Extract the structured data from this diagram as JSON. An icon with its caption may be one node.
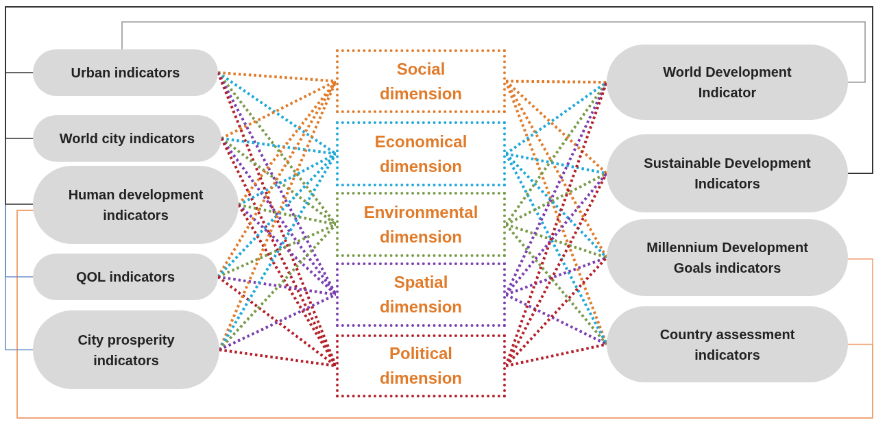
{
  "diagram": {
    "nodes": [
      {
        "text": [
          "Urban indicators"
        ]
      },
      {
        "text": [
          "World city indicators"
        ]
      },
      {
        "text": [
          "Human development indicators"
        ]
      },
      {
        "text": [
          "QOL indicators"
        ]
      },
      {
        "text": [
          "City prosperity indicators"
        ]
      },
      {
        "text": [
          "Social dimension"
        ]
      },
      {
        "text": [
          "Economical dimension"
        ]
      },
      {
        "text": [
          "Environmental dimension"
        ]
      },
      {
        "text": [
          "Spatial dimension"
        ]
      },
      {
        "text": [
          "Political dimension"
        ]
      },
      {
        "text": [
          "World Development Indicator"
        ]
      },
      {
        "text": [
          "Sustainable Development Indicators"
        ]
      },
      {
        "text": [
          "Millennium Development Goals indicators"
        ]
      },
      {
        "text": [
          "Country assessment indicators"
        ]
      }
    ],
    "edges": [
      {
        "from": 0,
        "to": 5,
        "arrow": "none",
        "style": "dashed",
        "color": "#e07b2a"
      },
      {
        "from": 0,
        "to": 6,
        "arrow": "none",
        "style": "dashed",
        "color": "#1fa8d8"
      },
      {
        "from": 0,
        "to": 7,
        "arrow": "none",
        "style": "dashed",
        "color": "#7a9a4a"
      },
      {
        "from": 0,
        "to": 8,
        "arrow": "none",
        "style": "dashed",
        "color": "#7b3fb0"
      },
      {
        "from": 0,
        "to": 9,
        "arrow": "none",
        "style": "dashed",
        "color": "#b3202a"
      },
      {
        "from": 1,
        "to": 5,
        "arrow": "none",
        "style": "dashed",
        "color": "#e07b2a"
      },
      {
        "from": 1,
        "to": 6,
        "arrow": "none",
        "style": "dashed",
        "color": "#1fa8d8"
      },
      {
        "from": 1,
        "to": 7,
        "arrow": "none",
        "style": "dashed",
        "color": "#7a9a4a"
      },
      {
        "from": 1,
        "to": 8,
        "arrow": "none",
        "style": "dashed",
        "color": "#7b3fb0"
      },
      {
        "from": 1,
        "to": 9,
        "arrow": "none",
        "style": "dashed",
        "color": "#b3202a"
      },
      {
        "from": 2,
        "to": 5,
        "arrow": "none",
        "style": "dashed",
        "color": "#e07b2a"
      },
      {
        "from": 2,
        "to": 6,
        "arrow": "none",
        "style": "dashed",
        "color": "#1fa8d8"
      },
      {
        "from": 2,
        "to": 7,
        "arrow": "none",
        "style": "dashed",
        "color": "#7a9a4a"
      },
      {
        "from": 2,
        "to": 8,
        "arrow": "none",
        "style": "dashed",
        "color": "#7b3fb0"
      },
      {
        "from": 2,
        "to": 9,
        "arrow": "none",
        "style": "dashed",
        "color": "#b3202a"
      },
      {
        "from": 3,
        "to": 5,
        "arrow": "none",
        "style": "dashed",
        "color": "#e07b2a"
      },
      {
        "from": 3,
        "to": 6,
        "arrow": "none",
        "style": "dashed",
        "color": "#1fa8d8"
      },
      {
        "from": 3,
        "to": 7,
        "arrow": "none",
        "style": "dashed",
        "color": "#7a9a4a"
      },
      {
        "from": 3,
        "to": 8,
        "arrow": "none",
        "style": "dashed",
        "color": "#7b3fb0"
      },
      {
        "from": 3,
        "to": 9,
        "arrow": "none",
        "style": "dashed",
        "color": "#b3202a"
      },
      {
        "from": 4,
        "to": 5,
        "arrow": "none",
        "style": "dashed",
        "color": "#e07b2a"
      },
      {
        "from": 4,
        "to": 6,
        "arrow": "none",
        "style": "dashed",
        "color": "#1fa8d8"
      },
      {
        "from": 4,
        "to": 7,
        "arrow": "none",
        "style": "dashed",
        "color": "#7a9a4a"
      },
      {
        "from": 4,
        "to": 8,
        "arrow": "none",
        "style": "dashed",
        "color": "#7b3fb0"
      },
      {
        "from": 4,
        "to": 9,
        "arrow": "none",
        "style": "dashed",
        "color": "#b3202a"
      },
      {
        "from": 5,
        "to": 10,
        "arrow": "none",
        "style": "dashed",
        "color": "#e07b2a"
      },
      {
        "from": 5,
        "to": 11,
        "arrow": "none",
        "style": "dashed",
        "color": "#e07b2a"
      },
      {
        "from": 5,
        "to": 12,
        "arrow": "none",
        "style": "dashed",
        "color": "#e07b2a"
      },
      {
        "from": 5,
        "to": 13,
        "arrow": "none",
        "style": "dashed",
        "color": "#e07b2a"
      },
      {
        "from": 6,
        "to": 10,
        "arrow": "none",
        "style": "dashed",
        "color": "#1fa8d8"
      },
      {
        "from": 6,
        "to": 11,
        "arrow": "none",
        "style": "dashed",
        "color": "#1fa8d8"
      },
      {
        "from": 6,
        "to": 12,
        "arrow": "none",
        "style": "dashed",
        "color": "#1fa8d8"
      },
      {
        "from": 6,
        "to": 13,
        "arrow": "none",
        "style": "dashed",
        "color": "#1fa8d8"
      },
      {
        "from": 7,
        "to": 10,
        "arrow": "none",
        "style": "dashed",
        "color": "#7a9a4a"
      },
      {
        "from": 7,
        "to": 11,
        "arrow": "none",
        "style": "dashed",
        "color": "#7a9a4a"
      },
      {
        "from": 7,
        "to": 12,
        "arrow": "none",
        "style": "dashed",
        "color": "#7a9a4a"
      },
      {
        "from": 7,
        "to": 13,
        "arrow": "none",
        "style": "dashed",
        "color": "#7a9a4a"
      },
      {
        "from": 8,
        "to": 10,
        "arrow": "none",
        "style": "dashed",
        "color": "#7b3fb0"
      },
      {
        "from": 8,
        "to": 11,
        "arrow": "none",
        "style": "dashed",
        "color": "#7b3fb0"
      },
      {
        "from": 8,
        "to": 12,
        "arrow": "none",
        "style": "dashed",
        "color": "#7b3fb0"
      },
      {
        "from": 8,
        "to": 13,
        "arrow": "none",
        "style": "dashed",
        "color": "#7b3fb0"
      },
      {
        "from": 9,
        "to": 10,
        "arrow": "none",
        "style": "dashed",
        "color": "#b3202a"
      },
      {
        "from": 9,
        "to": 11,
        "arrow": "none",
        "style": "dashed",
        "color": "#b3202a"
      },
      {
        "from": 9,
        "to": 12,
        "arrow": "none",
        "style": "dashed",
        "color": "#b3202a"
      },
      {
        "from": 9,
        "to": 13,
        "arrow": "none",
        "style": "dashed",
        "color": "#b3202a"
      },
      {
        "from": 0,
        "to": 11,
        "arrow": "none",
        "color": "#333333"
      },
      {
        "from": 1,
        "to": 11,
        "arrow": "none",
        "color": "#333333"
      },
      {
        "from": 2,
        "to": 11,
        "arrow": "none",
        "color": "#333333"
      },
      {
        "from": 0,
        "to": 10,
        "arrow": "none",
        "color": "#999999"
      },
      {
        "from": 3,
        "to": 11,
        "arrow": "none",
        "color": "#6f8fc8"
      },
      {
        "from": 4,
        "to": 11,
        "arrow": "none",
        "color": "#6f8fc8"
      },
      {
        "from": 2,
        "to": 12,
        "arrow": "none",
        "color": "#f0a070"
      },
      {
        "from": 2,
        "to": 13,
        "arrow": "none",
        "color": "#f0a070"
      }
    ]
  }
}
